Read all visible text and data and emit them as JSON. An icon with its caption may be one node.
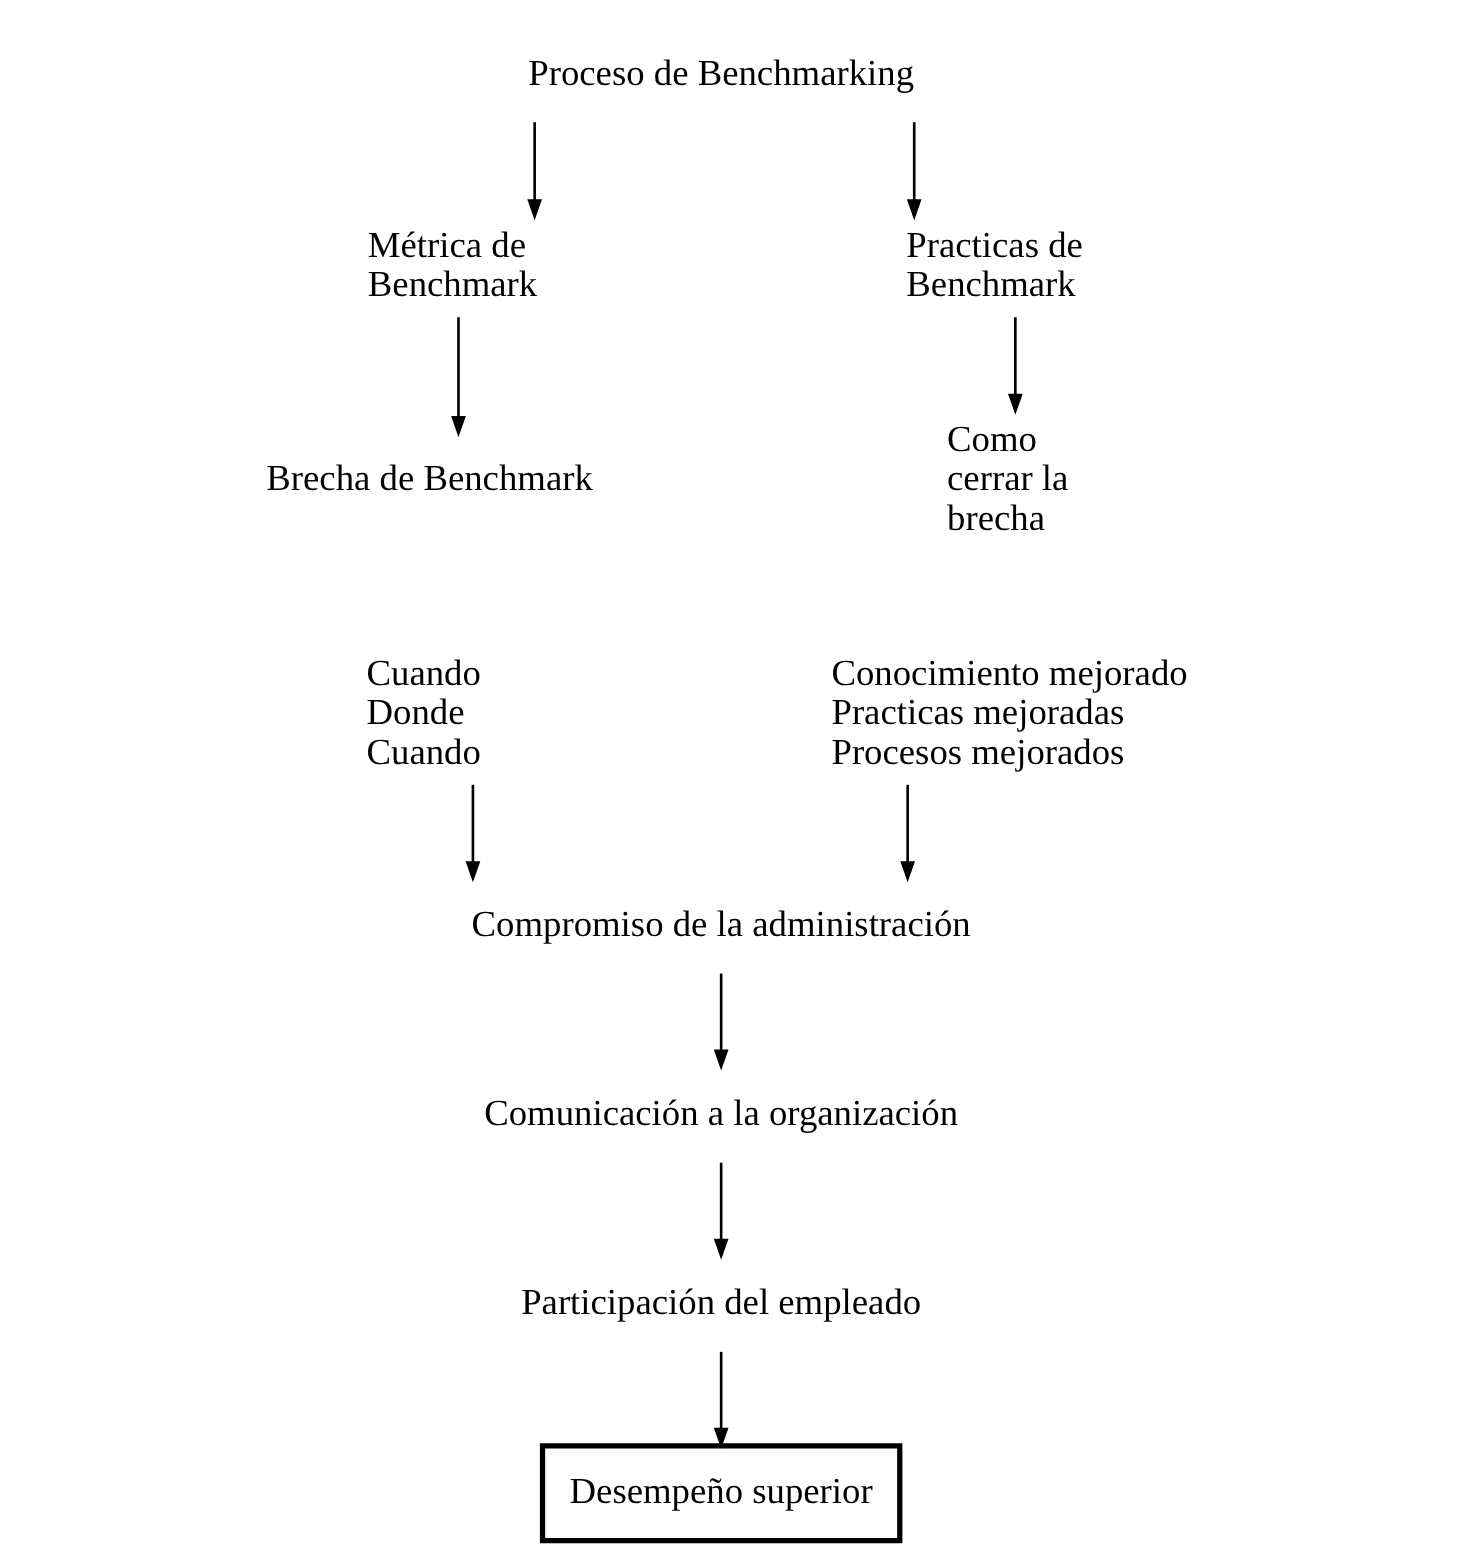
{
  "diagram": {
    "nodes": [
      {
        "text": [
          "Proceso de Benchmarking"
        ]
      },
      {
        "text": [
          "Métrica de Benchmark"
        ]
      },
      {
        "text": [
          "Practicas de Benchmark"
        ]
      },
      {
        "text": [
          "Brecha de Benchmark"
        ]
      },
      {
        "text": [
          "Como cerrar la brecha"
        ]
      },
      {
        "text": [
          "Cuando Donde Cuando"
        ]
      },
      {
        "text": [
          "Conocimiento mejorado Practicas mejoradas Procesos mejorados"
        ]
      },
      {
        "text": [
          "Compromiso de la administración"
        ]
      },
      {
        "text": [
          "Comunicación a la organización"
        ]
      },
      {
        "text": [
          "Participación del empleado"
        ]
      },
      {
        "text": [
          "Desempeño superior"
        ]
      }
    ],
    "edges": [
      {
        "from": 0,
        "to": 1,
        "arrow": "to"
      },
      {
        "from": 0,
        "to": 2,
        "arrow": "to"
      },
      {
        "from": 1,
        "to": 3,
        "arrow": "to"
      },
      {
        "from": 2,
        "to": 4,
        "arrow": "to"
      },
      {
        "from": 5,
        "to": 7,
        "arrow": "to"
      },
      {
        "from": 6,
        "to": 7,
        "arrow": "to"
      },
      {
        "from": 7,
        "to": 8,
        "arrow": "to"
      },
      {
        "from": 8,
        "to": 9,
        "arrow": "to"
      },
      {
        "from": 9,
        "to": 10,
        "arrow": "to"
      }
    ]
  }
}
